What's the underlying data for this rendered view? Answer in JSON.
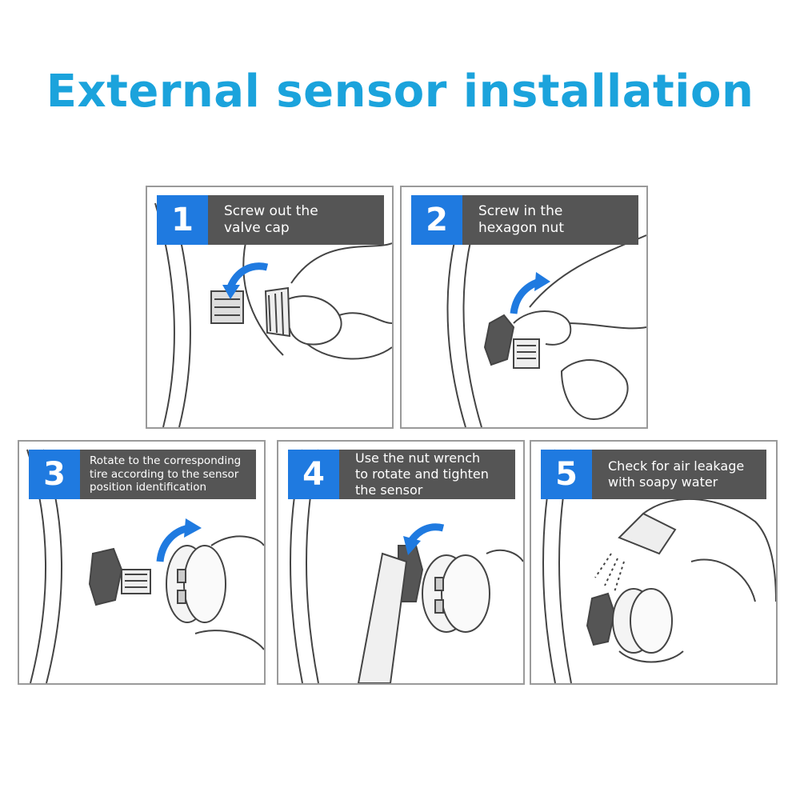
{
  "title": "External sensor installation",
  "colors": {
    "title": "#1ba3dc",
    "step_number_bg": "#1f7ae0",
    "caption_bg": "#555555",
    "arrow": "#1f7ae0"
  },
  "steps": [
    {
      "number": "1",
      "text": "Screw out the\nvalve cap"
    },
    {
      "number": "2",
      "text": "Screw in the\nhexagon nut"
    },
    {
      "number": "3",
      "text": "Rotate to the corresponding\ntire according to the sensor\nposition identification"
    },
    {
      "number": "4",
      "text": "Use the nut wrench\nto rotate and tighten\nthe sensor"
    },
    {
      "number": "5",
      "text": "Check for air leakage\nwith soapy water"
    }
  ]
}
